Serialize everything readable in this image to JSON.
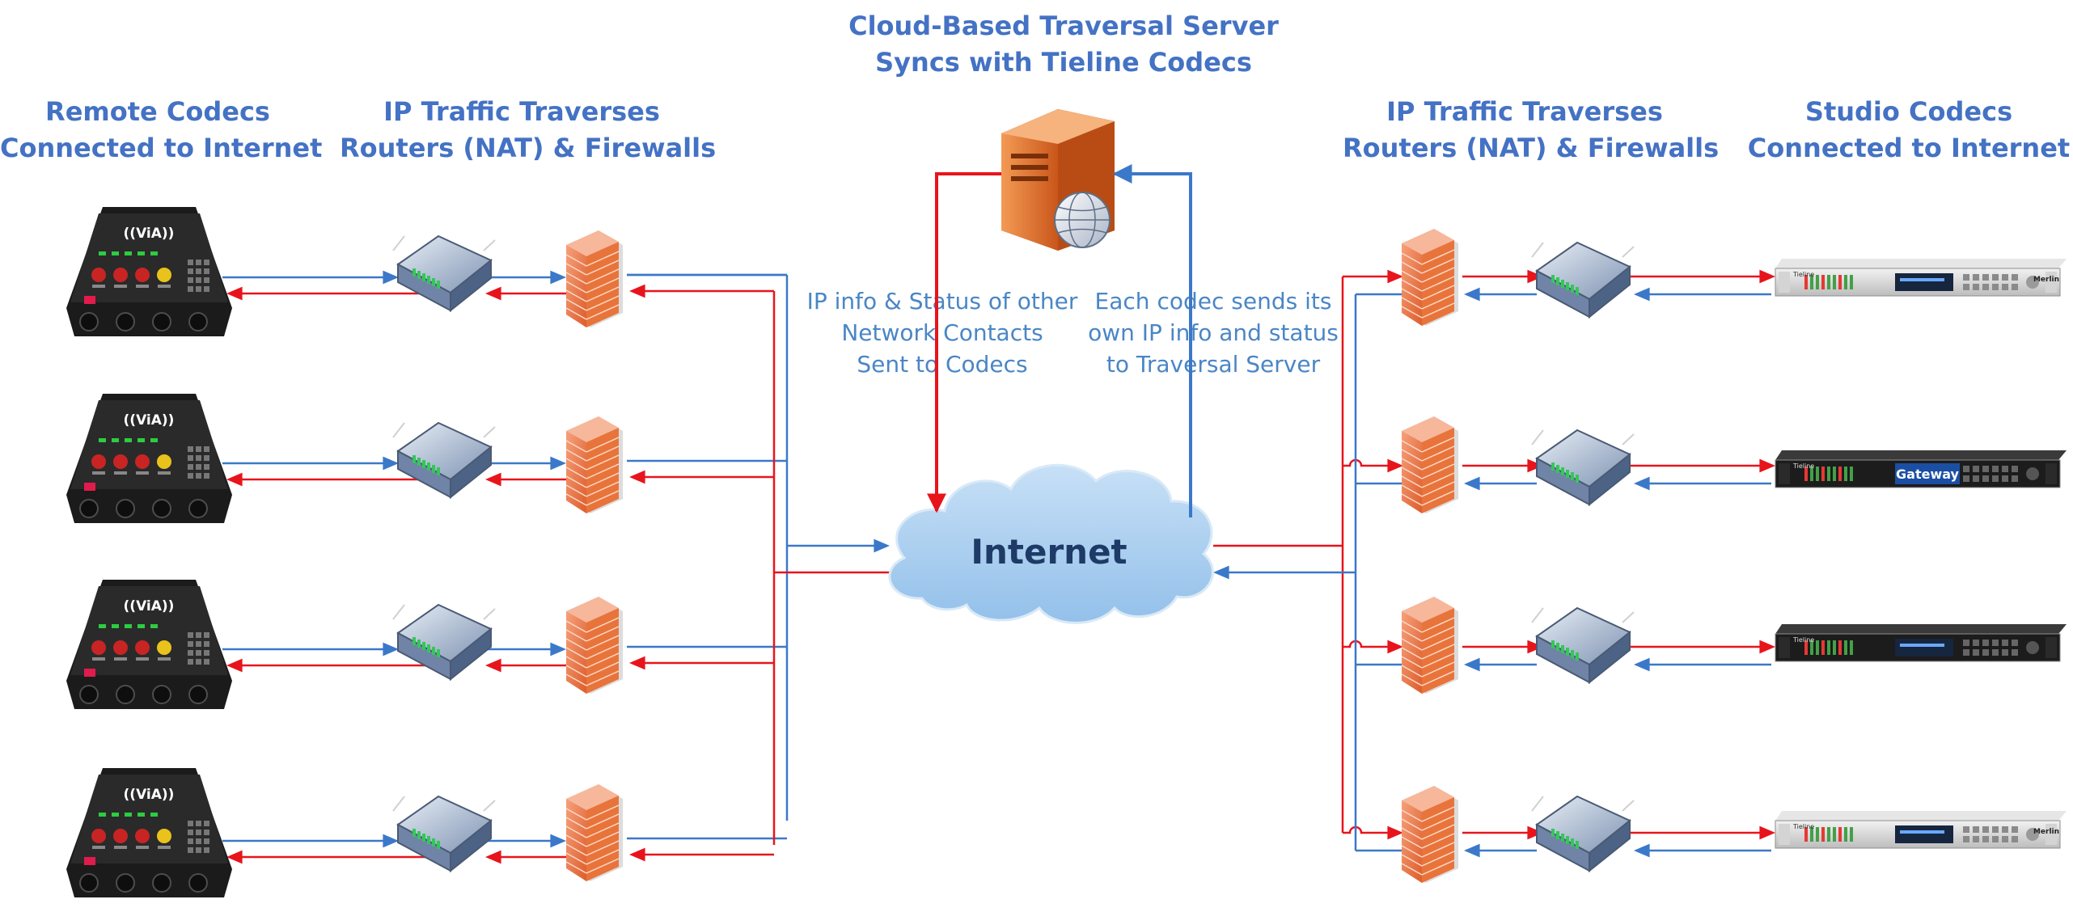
{
  "headings": {
    "remote": [
      "Remote Codecs",
      "Connected to Internet"
    ],
    "traverse_left": [
      "IP Traffic Traverses",
      "Routers (NAT) & Firewalls"
    ],
    "server": [
      "Cloud-Based Traversal Server",
      "Syncs with Tieline Codecs"
    ],
    "traverse_right": [
      "IP Traffic Traverses",
      "Routers (NAT) & Firewalls"
    ],
    "studio": [
      "Studio Codecs",
      "Connected to Internet"
    ]
  },
  "notes": {
    "server_to_codecs": [
      "IP info & Status of other",
      "Network Contacts",
      "Sent to Codecs"
    ],
    "codecs_to_server": [
      "Each codec sends its",
      "own IP info and status",
      "to Traversal Server"
    ]
  },
  "cloud_label": "Internet",
  "device_labels": {
    "via": "((ViA))",
    "gateway": "Gateway",
    "merlin": "Merlin",
    "tieline": "Tieline"
  },
  "colors": {
    "heading": "#4472c4",
    "note": "#4a86c5",
    "red_line": "#e8141c",
    "blue_line": "#3b78c9",
    "cloud": "#a9cdee",
    "firewall": "#e8743b",
    "server": "#e8742a"
  },
  "icons": {
    "remote_codec": "via-codec-icon",
    "router": "router-icon",
    "firewall": "firewall-icon",
    "server": "traversal-server-icon",
    "cloud": "internet-cloud-icon",
    "studio_codec": "rack-codec-icon"
  }
}
